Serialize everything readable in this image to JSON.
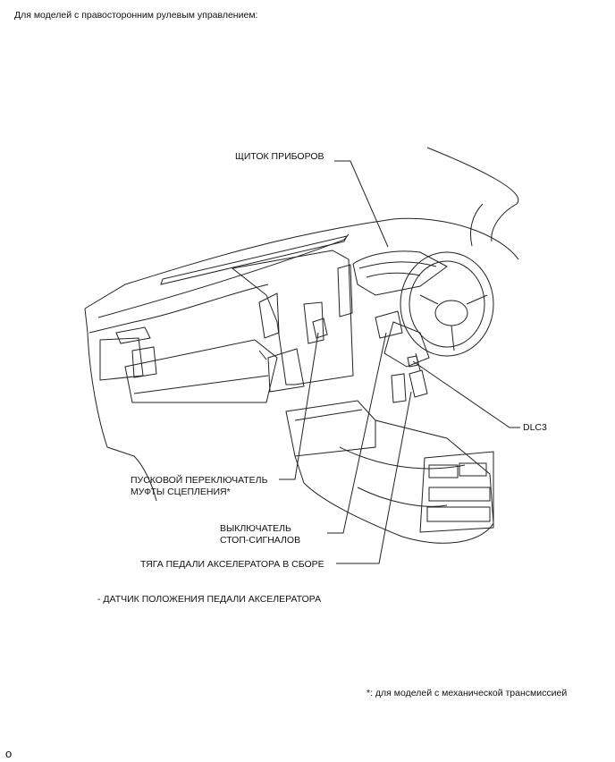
{
  "header": {
    "title": "Для моделей с правосторонним рулевым управлением:"
  },
  "callouts": {
    "instrument_panel": "ЩИТОК ПРИБОРОВ",
    "dlc3": "DLC3",
    "clutch_switch_line1": "ПУСКОВОЙ ПЕРЕКЛЮЧАТЕЛЬ",
    "clutch_switch_line2": "МУФТЫ СЦЕПЛЕНИЯ*",
    "stop_switch_line1": "ВЫКЛЮЧАТЕЛЬ",
    "stop_switch_line2": "СТОП-СИГНАЛОВ",
    "accel_pedal": "ТЯГА ПЕДАЛИ АКСЕЛЕРАТОРА В СБОРЕ"
  },
  "sub_item": "- ДАТЧИК ПОЛОЖЕНИЯ ПЕДАЛИ АКСЕЛЕРАТОРА",
  "footnote": "*: для моделей с механической трансмиссией",
  "page_marker": "o"
}
